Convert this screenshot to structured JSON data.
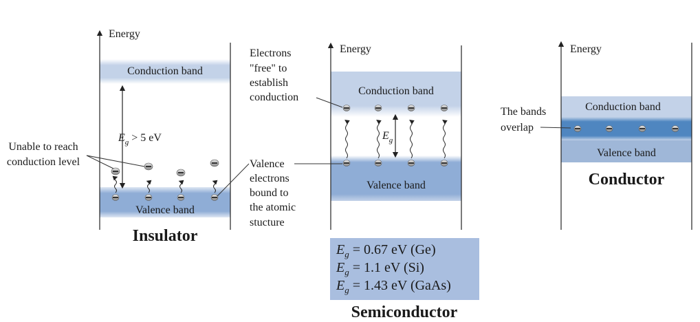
{
  "colors": {
    "band_light": "#c3d2e8",
    "band_mid": "#9fb7d8",
    "band_dark": "#5a8dc4",
    "electron_fill": "#888888",
    "gap_box": "#a9bedf"
  },
  "axis_label": "Energy",
  "band_names": {
    "conduction": "Conduction band",
    "valence": "Valence band"
  },
  "insulator": {
    "title": "Insulator",
    "gap_prefix": "E",
    "gap_sub": "g",
    "gap_suffix": " > 5 eV",
    "callout_line1": "Unable to reach",
    "callout_line2": "conduction level"
  },
  "semiconductor": {
    "title": "Semiconductor",
    "gap_symbol": "E",
    "gap_symbol_sub": "g",
    "free_note": [
      "Electrons",
      "\"free\" to",
      "establish",
      "conduction"
    ],
    "valence_note": [
      "Valence",
      "electrons",
      "bound to",
      "the atomic",
      "stucture"
    ],
    "gap_values": [
      {
        "sym": "E",
        "sub": "g",
        "text": " = 0.67 eV (Ge)"
      },
      {
        "sym": "E",
        "sub": "g",
        "text": " = 1.1 eV (Si)"
      },
      {
        "sym": "E",
        "sub": "g",
        "text": " = 1.43 eV (GaAs)"
      }
    ]
  },
  "conductor": {
    "title": "Conductor",
    "overlap_line1": "The bands",
    "overlap_line2": "overlap"
  },
  "electron_sign": "−"
}
